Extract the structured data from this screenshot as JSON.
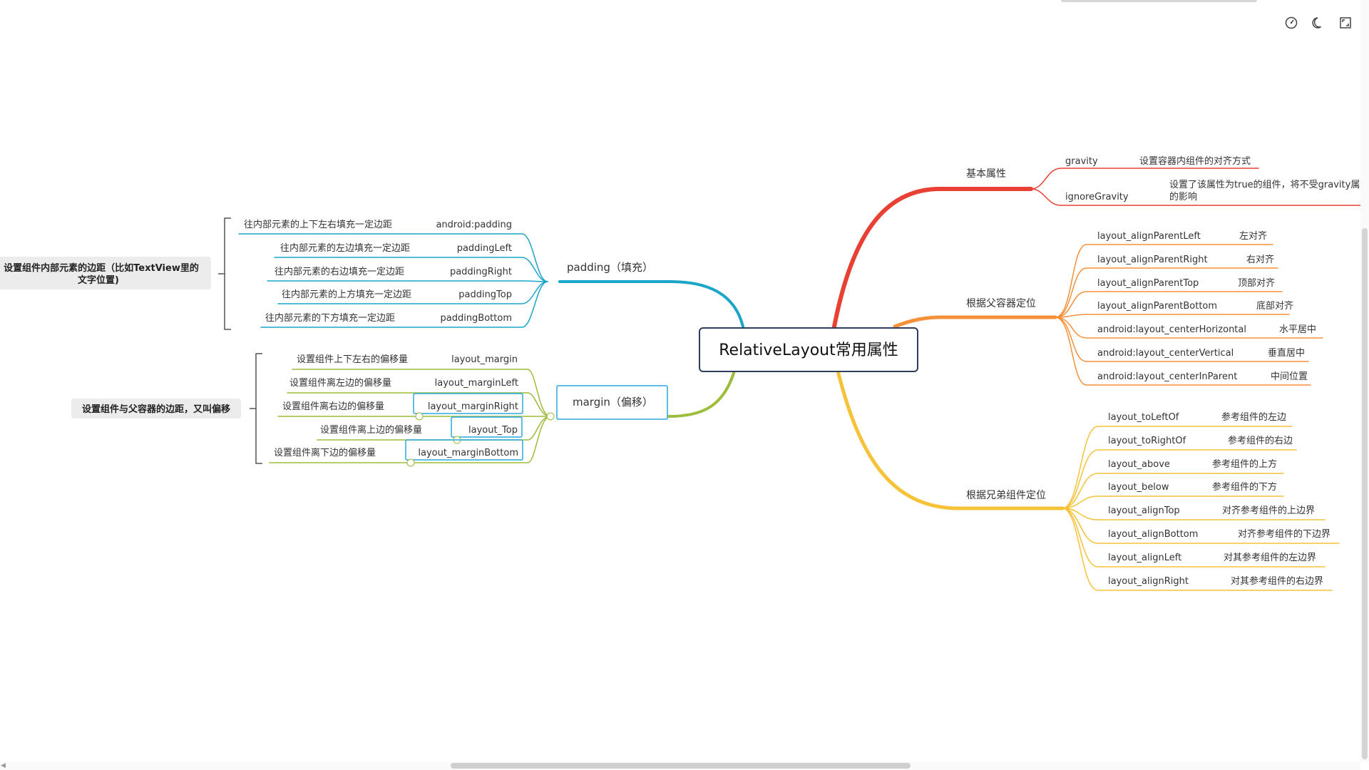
{
  "toolbar": {
    "icons": [
      "compass-icon",
      "moon-icon",
      "fullscreen-icon"
    ]
  },
  "mindmap": {
    "root": "RelativeLayout常用属性",
    "branches": {
      "basic": {
        "label": "基本属性",
        "color": "#e84134",
        "items": [
          {
            "attr": "gravity",
            "desc": "设置容器内组件的对齐方式"
          },
          {
            "attr": "ignoreGravity",
            "desc_line1": "设置了该属性为true的组件，将不受gravity属性",
            "desc_line2": "的影响"
          }
        ]
      },
      "parent": {
        "label": "根据父容器定位",
        "color": "#f5903a",
        "items": [
          {
            "attr": "layout_alignParentLeft",
            "desc": "左对齐"
          },
          {
            "attr": "layout_alignParentRight",
            "desc": "右对齐"
          },
          {
            "attr": "layout_alignParentTop",
            "desc": "顶部对齐"
          },
          {
            "attr": "layout_alignParentBottom",
            "desc": "底部对齐"
          },
          {
            "attr": "android:layout_centerHorizontal",
            "desc": "水平居中"
          },
          {
            "attr": "android:layout_centerVertical",
            "desc": "垂直居中"
          },
          {
            "attr": "android:layout_centerInParent",
            "desc": "中间位置"
          }
        ]
      },
      "sibling": {
        "label": "根据兄弟组件定位",
        "color": "#f6c238",
        "items": [
          {
            "attr": "layout_toLeftOf",
            "desc": "参考组件的左边"
          },
          {
            "attr": "layout_toRightOf",
            "desc": "参考组件的右边"
          },
          {
            "attr": "layout_above",
            "desc": "参考组件的上方"
          },
          {
            "attr": "layout_below",
            "desc": "参考组件的下方"
          },
          {
            "attr": "layout_alignTop",
            "desc": "对齐参考组件的上边界"
          },
          {
            "attr": "layout_alignBottom",
            "desc": "对齐参考组件的下边界"
          },
          {
            "attr": "layout_alignLeft",
            "desc": "对其参考组件的左边界"
          },
          {
            "attr": "layout_alignRight",
            "desc": "对其参考组件的右边界"
          }
        ]
      },
      "padding": {
        "label": "padding（填充）",
        "color": "#1aa5c9",
        "summary_line1": "设置组件内部元素的边距（比如TextView里的",
        "summary_line2": "文字位置)",
        "items": [
          {
            "attr": "android:padding",
            "desc": "往内部元素的上下左右填充一定边距"
          },
          {
            "attr": "paddingLeft",
            "desc": "往内部元素的左边填充一定边距"
          },
          {
            "attr": "paddingRight",
            "desc": "往内部元素的右边填充一定边距"
          },
          {
            "attr": "paddingTop",
            "desc": "往内部元素的上方填充一定边距"
          },
          {
            "attr": "paddingBottom",
            "desc": "往内部元素的下方填充一定边距"
          }
        ]
      },
      "margin": {
        "label": "margin（偏移）",
        "color": "#9cbc3a",
        "selection_color": "#2aa7e0",
        "summary": "设置组件与父容器的边距，又叫偏移",
        "items": [
          {
            "attr": "layout_margin",
            "desc": "设置组件上下左右的偏移量"
          },
          {
            "attr": "layout_marginLeft",
            "desc": "设置组件离左边的偏移量"
          },
          {
            "attr": "layout_marginRight",
            "desc": "设置组件离右边的偏移量",
            "selected": true
          },
          {
            "attr": "layout_Top",
            "desc": "设置组件离上边的偏移量",
            "selected": true
          },
          {
            "attr": "layout_marginBottom",
            "desc": "设置组件离下边的偏移量",
            "selected": true
          }
        ]
      }
    }
  }
}
